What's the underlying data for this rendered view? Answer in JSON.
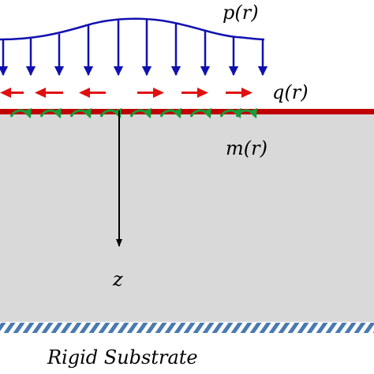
{
  "labels": {
    "pressure": "p(r)",
    "shear": "q(r)",
    "moment": "m(r)",
    "depth_axis": "z",
    "substrate": "Rigid Substrate"
  },
  "colors": {
    "pressure_arrows": "#1010b0",
    "shear_arrows": "#e01010",
    "moment_arrows": "#1a9a3a",
    "surface_layer": "#c00000",
    "half_space": "#d9d9d9",
    "substrate_hatch": "#4a7ab0",
    "axis": "#000000"
  },
  "icons": {
    "pressure": "down-arrow-icon",
    "shear": "horizontal-arrow-icon",
    "moment": "curved-arrow-icon"
  }
}
